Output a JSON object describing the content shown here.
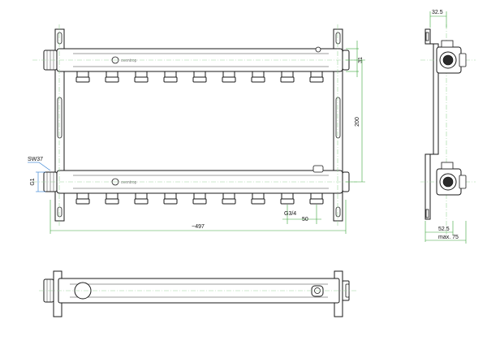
{
  "brand_label": "oventrop",
  "dimensions": {
    "flange_offset": "32.5",
    "outlet_offset": "31",
    "height_between_bars": "200",
    "total_length": "~497",
    "spacing": "50",
    "outlet_thread": "G3/4",
    "inlet_thread": "G1",
    "wrench_size": "SW37",
    "depth_bottom": "52.5",
    "max_depth": "max. 75"
  }
}
